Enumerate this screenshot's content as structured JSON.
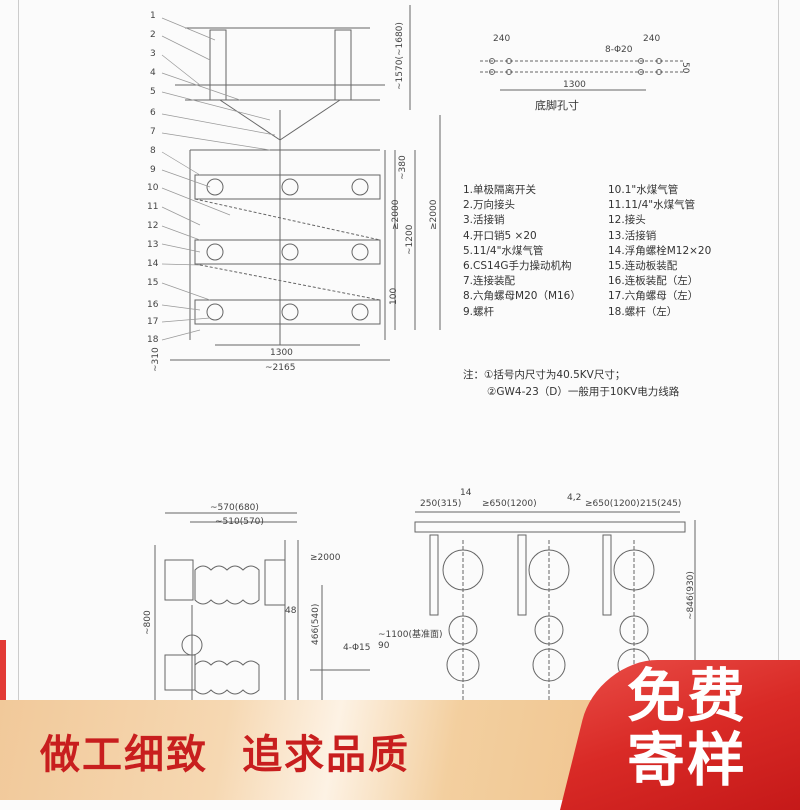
{
  "top_drawing": {
    "part_numbers": [
      "1",
      "2",
      "3",
      "4",
      "5",
      "6",
      "7",
      "8",
      "9",
      "10",
      "11",
      "12",
      "13",
      "14",
      "15",
      "16",
      "17",
      "18"
    ],
    "dimensions": [
      "~1570(~1680)",
      "~380",
      "~1200",
      "≥2000",
      "≥2000",
      "100",
      "1300",
      "~2165",
      "~310"
    ]
  },
  "base_holes": {
    "dimensions": [
      "240",
      "240",
      "8-Φ20",
      "1300",
      "50"
    ],
    "caption": "底脚孔寸"
  },
  "legend": {
    "items": [
      "1.单极隔离开关",
      "10.1\"水煤气管",
      "2.万向接头",
      "11.11/4\"水煤气管",
      "3.活接销",
      "12.接头",
      "4.开口销5 ×20",
      "13.活接销",
      "5.11/4\"水煤气管",
      "14.浮角螺栓M12×20",
      "6.CS14G手力操动机构",
      "15.连动板装配",
      "7.连接装配",
      "16.连板装配（左）",
      "8.六角螺母M20（M16）",
      "17.六角螺母（左）",
      "9.螺杆",
      "18.螺杆（左）"
    ]
  },
  "notes": {
    "line1": "注：①括号内尺寸为40.5KV尺寸；",
    "line2": "②GW4-23（D）一般用于10KV电力线路"
  },
  "bottom_drawing": {
    "dimensions": [
      "~570(680)",
      "~510(570)",
      "≥2000",
      "48",
      "466(540)",
      "~800",
      "4-Φ15",
      "~1100(基准面)",
      "90",
      "14",
      "250(315)",
      "≥650(1200)",
      "4,2",
      "≥650(1200)",
      "215(245)",
      "~846(930)"
    ]
  },
  "banner": {
    "slogan_1": "做工细致",
    "slogan_2": "追求品质",
    "badge_line1": "免费",
    "badge_line2": "寄样",
    "colors": {
      "slogan": "#c81e1e",
      "badge_bg": "#d92a26",
      "gold": "#f3cf9f"
    }
  }
}
